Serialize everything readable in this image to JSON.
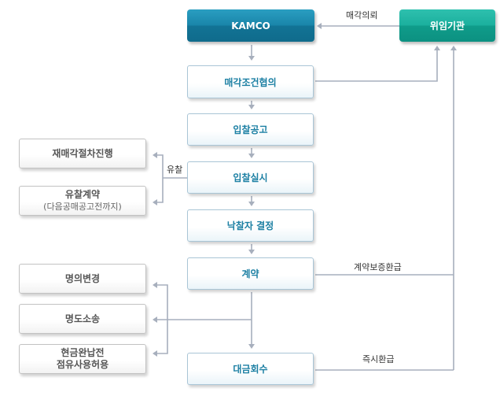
{
  "colors": {
    "kamco": "#127395",
    "agency": "#0f9c8a",
    "step_text": "#1b7fa3",
    "connector": "#a7afbd"
  },
  "nodes": {
    "kamco": "KAMCO",
    "agency": "위임기관",
    "sale_terms": "매각조건협의",
    "bid_notice": "입찰공고",
    "bid_execution": "입찰실시",
    "winner": "낙찰자 결정",
    "contract": "계약",
    "collection": "대금회수",
    "resale": "재매각절차진행",
    "failed_contract": "유찰계약",
    "failed_contract_sub": "(다음공매공고전까지)",
    "name_change": "명의변경",
    "eviction": "명도소송",
    "early_use_l1": "현금완납전",
    "early_use_l2": "점유사용허용"
  },
  "edge_labels": {
    "sale_request": "매각의뢰",
    "failed_bid": "유찰",
    "deposit_refund": "계약보증환급",
    "immediate_refund": "즉시환급"
  }
}
